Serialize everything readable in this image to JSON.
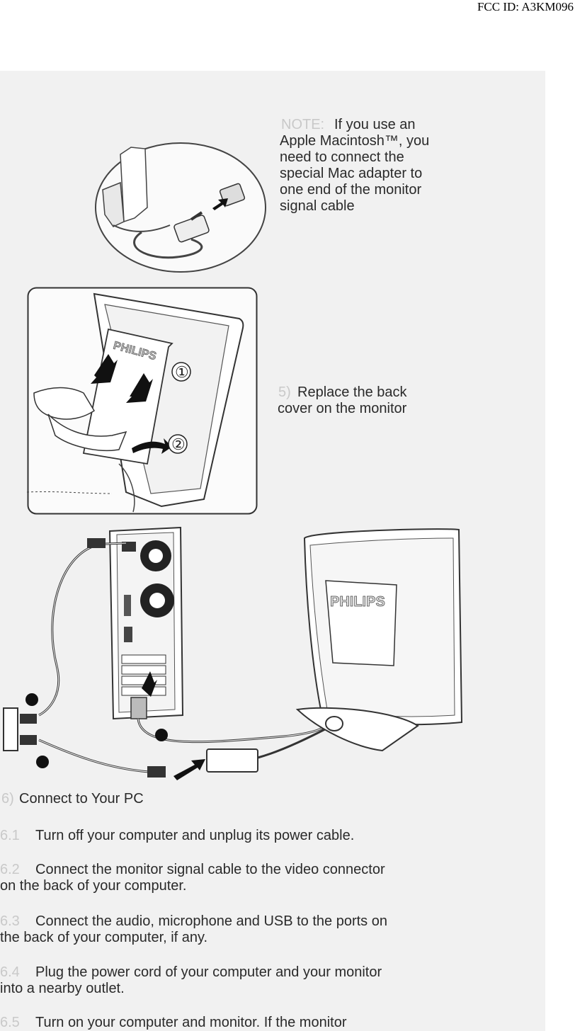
{
  "header": {
    "fcc_id": "FCC ID: A3KM096"
  },
  "note_block": {
    "note_label": "NOTE:",
    "lines": [
      "If you use an",
      "Apple Macintosh™, you",
      "need to connect the",
      "special Mac adapter to",
      "one end of the monitor",
      "signal cable"
    ]
  },
  "step_replace": {
    "step_number": "5)",
    "lines": [
      "Replace the back",
      "cover on the monitor"
    ]
  },
  "illustration_back_cover": {
    "brand": "PHILIPS",
    "callouts": [
      "①",
      "②"
    ]
  },
  "illustration_connect": {
    "brand": "PHILIPS",
    "callouts": [
      "❸",
      "❷",
      "❸"
    ]
  },
  "section": {
    "number": "6)",
    "title": "Connect to Your PC",
    "steps": [
      {
        "number": "6.1",
        "text": "Turn off your computer and unplug its power cable."
      },
      {
        "number": "6.2",
        "text_line1": "Connect the monitor signal cable to the video connector",
        "text_line2": "on the back of your computer."
      },
      {
        "number": "6.3",
        "text_line1": "Connect the audio, microphone and USB to the ports on",
        "text_line2": "the back of your computer, if any."
      },
      {
        "number": "6.4",
        "text_line1": "Plug the power cord of your computer and your monitor",
        "text_line2": "into a nearby outlet."
      },
      {
        "number": "6.5",
        "text_line1": "Turn on your computer and monitor. If the monitor"
      }
    ]
  }
}
